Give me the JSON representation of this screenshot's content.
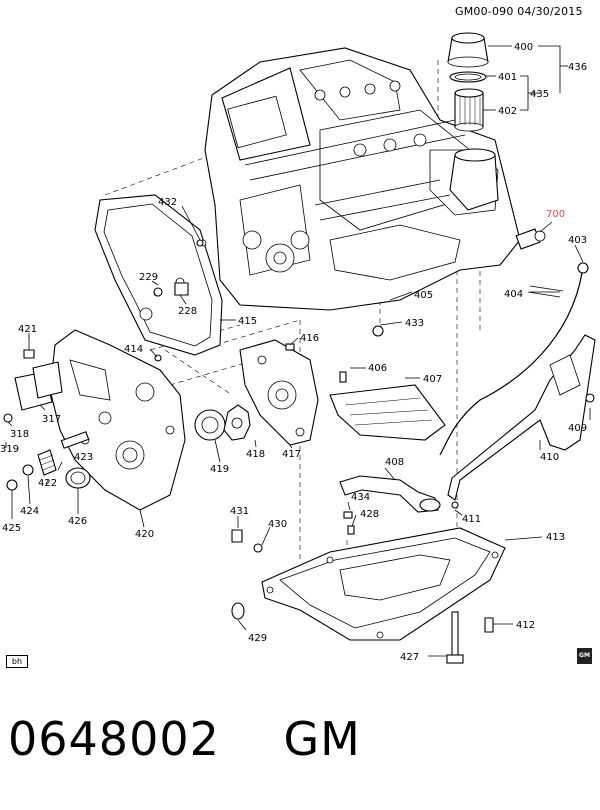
{
  "header": {
    "code": "GM00-090",
    "date": "04/30/2015"
  },
  "corner_mark": "bh",
  "logo": {
    "icon": "gm-logo-icon",
    "text": "GM"
  },
  "footer": {
    "number": "0648002",
    "brand": "GM"
  },
  "callouts": {
    "c400": "400",
    "c401": "401",
    "c402": "402",
    "c435": "435",
    "c436": "436",
    "c700": "700",
    "c403": "403",
    "c404": "404",
    "c405": "405",
    "c406": "406",
    "c407": "407",
    "c408": "408",
    "c409": "409",
    "c410": "410",
    "c411": "411",
    "c412": "412",
    "c413": "413",
    "c414": "414",
    "c415": "415",
    "c416": "416",
    "c417": "417",
    "c418": "418",
    "c419": "419",
    "c420": "420",
    "c421": "421",
    "c422": "422",
    "c423": "423",
    "c424": "424",
    "c425": "425",
    "c426": "426",
    "c427": "427",
    "c428": "428",
    "c429": "429",
    "c430": "430",
    "c431": "431",
    "c432": "432",
    "c433": "433",
    "c434": "434",
    "c228": "228",
    "c229": "229",
    "c317": "317",
    "c318": "318",
    "c319": "319"
  },
  "colors": {
    "line": "#000000",
    "highlight": "#e05050",
    "background": "#ffffff"
  }
}
